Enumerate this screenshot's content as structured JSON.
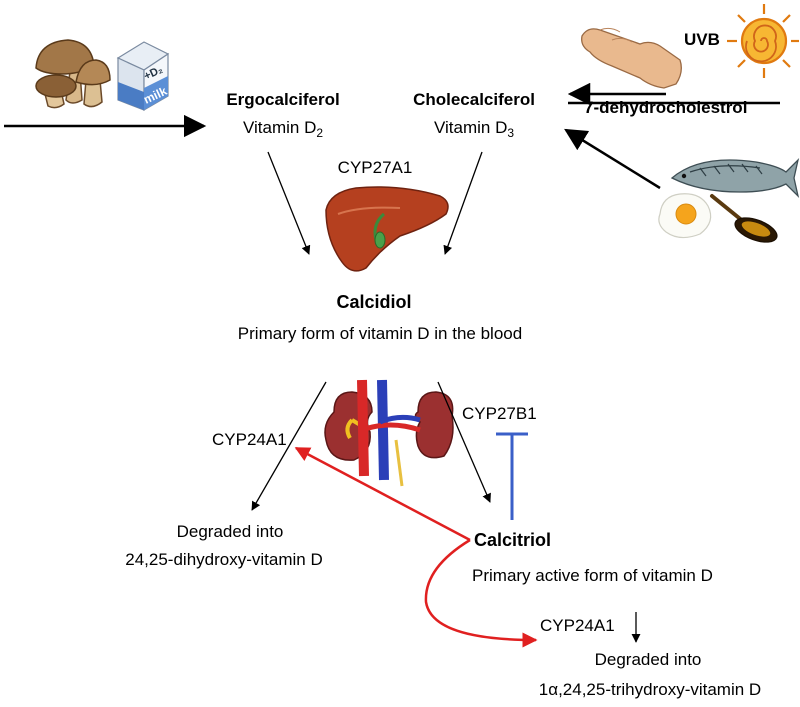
{
  "compounds": {
    "ergocalciferol": {
      "name": "Ergocalciferol",
      "vitamin": "Vitamin D",
      "subscript": "2"
    },
    "cholecalciferol": {
      "name": "Cholecalciferol",
      "vitamin": "Vitamin D",
      "subscript": "3"
    },
    "dehydrocholesterol": "7-dehydrocholestrol",
    "calcidiol": {
      "name": "Calcidiol",
      "description": "Primary form of vitamin D in the blood"
    },
    "calcitriol": {
      "name": "Calcitriol",
      "description": "Primary active form of vitamin D"
    }
  },
  "sources": {
    "uvb": "UVB",
    "milk_label": "milk",
    "milk_d2_label": "+D₂"
  },
  "enzymes": {
    "liver": "CYP27A1",
    "kidney": "CYP27B1",
    "degrade_calcidiol": "CYP24A1",
    "degrade_calcitriol": "CYP24A1"
  },
  "degradation": {
    "calcidiol": {
      "line1": "Degraded into",
      "line2": "24,25-dihydroxy-vitamin D"
    },
    "calcitriol": {
      "line1": "Degraded into",
      "line2": "1α,24,25-trihydroxy-vitamin D"
    }
  },
  "colors": {
    "red_arrow": "#e02020",
    "inhibit_blue": "#3a5fc8",
    "liver": "#b5401f",
    "sun": "#f0a020"
  }
}
